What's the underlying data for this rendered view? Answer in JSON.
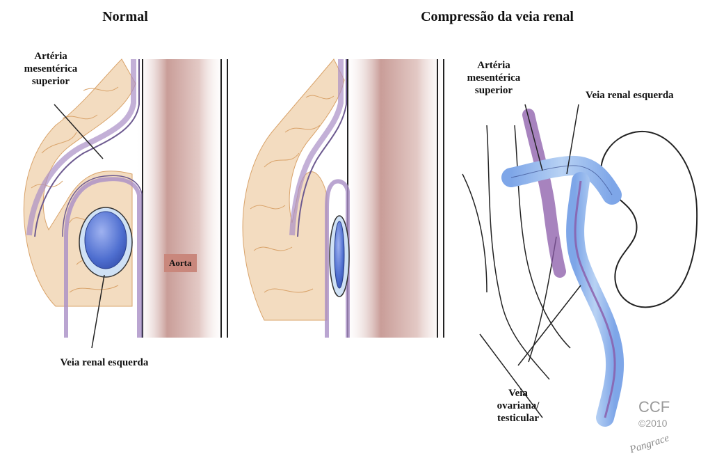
{
  "titles": {
    "normal": "Normal",
    "compression": "Compressão da veia renal"
  },
  "labels": {
    "sma_left": [
      "Artéria",
      "mesentérica",
      "superior"
    ],
    "sma_right": [
      "Artéria",
      "mesentérica",
      "superior"
    ],
    "aorta": "Aorta",
    "lrv_left": "Veia renal esquerda",
    "lrv_right": "Veia renal esquerda",
    "gonadal": [
      "Veia",
      "ovariana/",
      "testicular"
    ]
  },
  "credit": {
    "org": "CCF",
    "year": "©2010",
    "signature": "Pangrace"
  },
  "colors": {
    "fat": "#f3dcc0",
    "fat_outline": "#d9a36a",
    "artery_wall": "#a98fc6",
    "vein_fill": "#6a86d8",
    "vein_light": "#cfe1f5",
    "aorta_shade": "#cfa9a4",
    "aorta_tag": "#c9877c"
  }
}
